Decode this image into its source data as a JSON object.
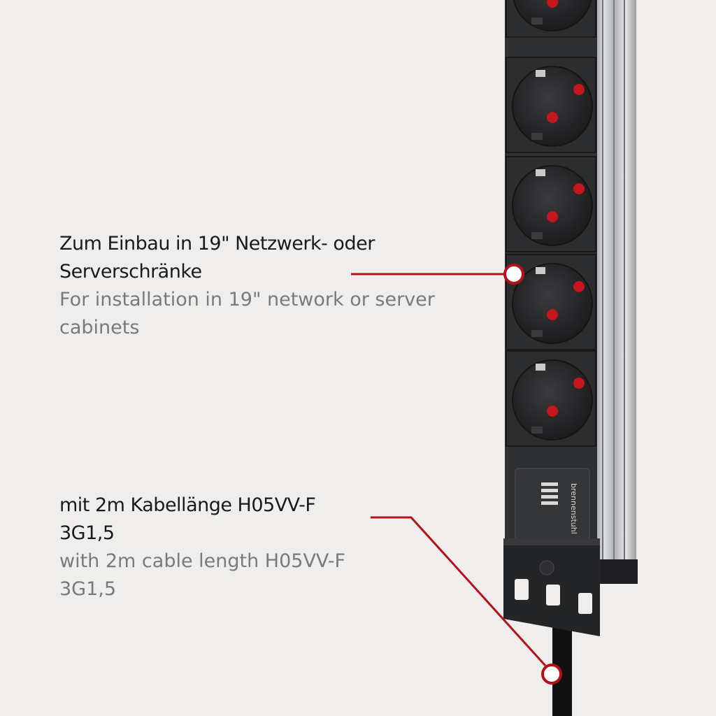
{
  "captions": {
    "installation": {
      "de": "Zum Einbau in 19\" Netzwerk- oder Serverschränke",
      "en": "For installation in 19\" network or server cabinets"
    },
    "cable": {
      "de": "mit 2m Kabellänge H05VV-F 3G1,5",
      "en": "with 2m cable length H05VV-F 3G1,5"
    }
  },
  "product": {
    "brand_logo_text": "brennenstuhl",
    "visible_sockets": 5
  },
  "colors": {
    "background": "#efeeec",
    "accent_red": "#b3121b",
    "socket_black": "#2b2c2e",
    "aluminium": "#b9bbbd"
  }
}
